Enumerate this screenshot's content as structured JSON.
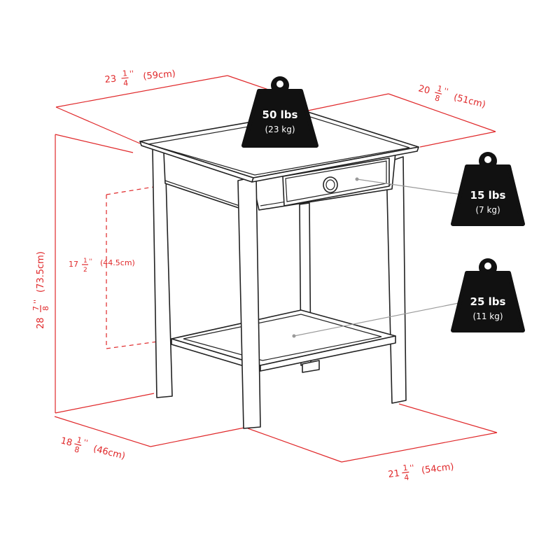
{
  "dimensions": {
    "width": {
      "whole": "23",
      "num": "1",
      "den": "4",
      "cm": "(59cm)"
    },
    "depth": {
      "whole": "20",
      "num": "1",
      "den": "8",
      "cm": "(51cm)"
    },
    "height": {
      "whole": "28",
      "num": "7",
      "den": "8",
      "cm": "(73.5cm)"
    },
    "inner_height": {
      "whole": "17",
      "num": "1",
      "den": "2",
      "cm": "(44.5cm)"
    },
    "base_depth": {
      "whole": "18",
      "num": "1",
      "den": "8",
      "cm": "(46cm)"
    },
    "base_width": {
      "whole": "21",
      "num": "1",
      "den": "4",
      "cm": "(54cm)"
    },
    "inch_mark": "''"
  },
  "weights": {
    "top": {
      "lbs": "50 lbs",
      "kg": "(23 kg)"
    },
    "drawer": {
      "lbs": "15 lbs",
      "kg": "(7 kg)"
    },
    "shelf": {
      "lbs": "25 lbs",
      "kg": "(11 kg)"
    }
  },
  "colors": {
    "dimension": "#e0282a",
    "weight_icon": "#111111",
    "line": "#222222"
  },
  "icons": {
    "weight": "kettlebell-weight-icon",
    "drawer_knob": "round-knob"
  }
}
